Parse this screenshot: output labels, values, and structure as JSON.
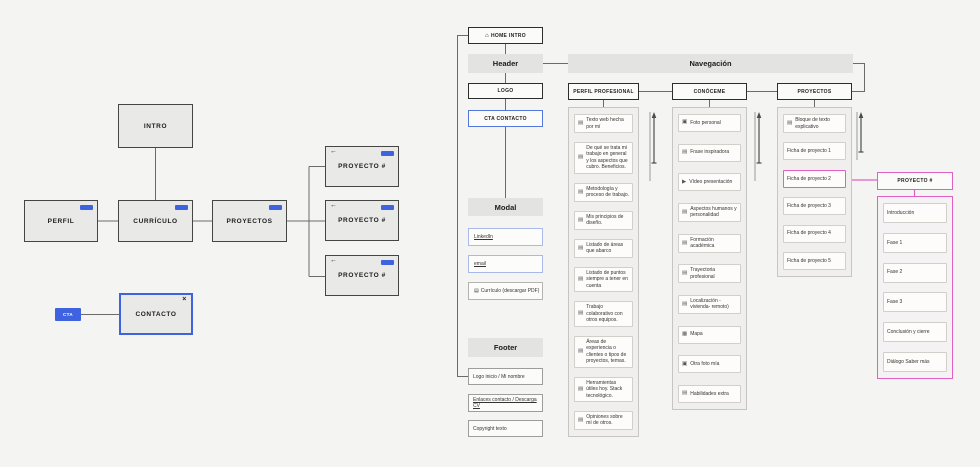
{
  "colors": {
    "background": "#f4f4f3",
    "accent_blue": "#3f63e0",
    "accent_pink": "#e160c6",
    "box_gray": "#e9e9e8"
  },
  "left": {
    "intro": "INTRO",
    "perfil": "PERFIL",
    "curriculo": "CURRÍCULO",
    "proyectos": "PROYECTOS",
    "contacto": "CONTACTO",
    "cta": "CTA",
    "back_icon": "back-arrow",
    "close_icon": "close",
    "projects": [
      {
        "label": "PROYECTO #"
      },
      {
        "label": "PROYECTO #"
      },
      {
        "label": "PROYECTO #"
      }
    ]
  },
  "right": {
    "home_intro": {
      "icon": "home",
      "label": "HOME INTRO"
    },
    "header": "Header",
    "navegacion": "Navegación",
    "logo": "LOGO",
    "cta_contacto": "CTA CONTACTO",
    "modal": {
      "title": "Modal",
      "links": [
        {
          "label": "LinkedIn",
          "underline": true
        },
        {
          "label": "email",
          "underline": true
        },
        {
          "label": "Currículo (descargar PDF)",
          "icon": "doc"
        }
      ]
    },
    "footer": {
      "title": "Footer",
      "items": [
        {
          "label": "Logo inicio / Mi nombre"
        },
        {
          "label": "Enlaces contacto / Descarga CV",
          "underline": true
        },
        {
          "label": "Copyright texto"
        }
      ]
    },
    "columns": [
      {
        "title": "PERFIL PROFESIONAL",
        "cards": [
          {
            "icon": "text",
            "label": "Texto web hecha por mí"
          },
          {
            "icon": "text",
            "label": "De qué se trata mi trabajo en general y los aspectos que cubro. Beneficios."
          },
          {
            "icon": "text",
            "label": "Metodología y proceso de trabajo."
          },
          {
            "icon": "text",
            "label": "Mis principios de diseño."
          },
          {
            "icon": "text",
            "label": "Listado de áreas que abarco"
          },
          {
            "icon": "text",
            "label": "Listado de puntos siempre a tener en cuenta"
          },
          {
            "icon": "text",
            "label": "Trabajo colaborativo con otros equipos."
          },
          {
            "icon": "text",
            "label": "Áreas de experiencia o clientes o tipos de proyectos, temas."
          },
          {
            "icon": "text",
            "label": "Herramientas útiles hoy. Stack tecnológico."
          },
          {
            "icon": "text",
            "label": "Opiniones sobre mí de otros."
          }
        ]
      },
      {
        "title": "CONÓCEME",
        "cards": [
          {
            "icon": "image",
            "label": "Foto personal"
          },
          {
            "icon": "text",
            "label": "Frase inspiradora"
          },
          {
            "icon": "video",
            "label": "Vídeo presentación"
          },
          {
            "icon": "text",
            "label": "Aspectos humanos y personalidad"
          },
          {
            "icon": "text",
            "label": "Formación académica"
          },
          {
            "icon": "text",
            "label": "Trayectoria profesional"
          },
          {
            "icon": "text",
            "label": "Localización -vivienda- remoto)"
          },
          {
            "icon": "map",
            "label": "Mapa"
          },
          {
            "icon": "image",
            "label": "Otra foto mía"
          },
          {
            "icon": "text",
            "label": "Habilidades extra"
          }
        ]
      },
      {
        "title": "PROYECTOS",
        "cards": [
          {
            "icon": "text",
            "label": "Bloque de texto explicativo"
          },
          {
            "label": "Ficha de proyecto 1"
          },
          {
            "label": "Ficha de proyecto 2",
            "highlight": true
          },
          {
            "label": "Ficha de proyecto 3"
          },
          {
            "label": "Ficha de proyecto 4"
          },
          {
            "label": "Ficha de proyecto 5"
          }
        ]
      }
    ],
    "project_detail": {
      "title": "PROYECTO #",
      "cards": [
        {
          "label": "Introducción"
        },
        {
          "label": "Fase 1"
        },
        {
          "label": "Fase 2"
        },
        {
          "label": "Fase 3"
        },
        {
          "label": "Conclusión y cierre"
        },
        {
          "label": "Diálogo Saber más"
        }
      ]
    }
  }
}
